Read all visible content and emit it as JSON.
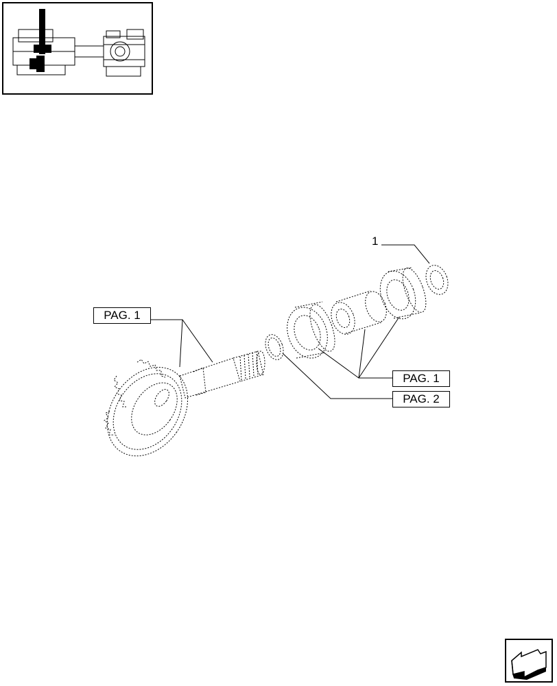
{
  "overview": {
    "icon": "axle-assembly-overview-icon"
  },
  "labels": {
    "ref_left": "PAG. 1",
    "ref_right_top": "PAG. 1",
    "ref_right_bottom": "PAG. 2",
    "part_number": "1"
  },
  "navigation": {
    "icon": "next-page-arrow-icon"
  }
}
